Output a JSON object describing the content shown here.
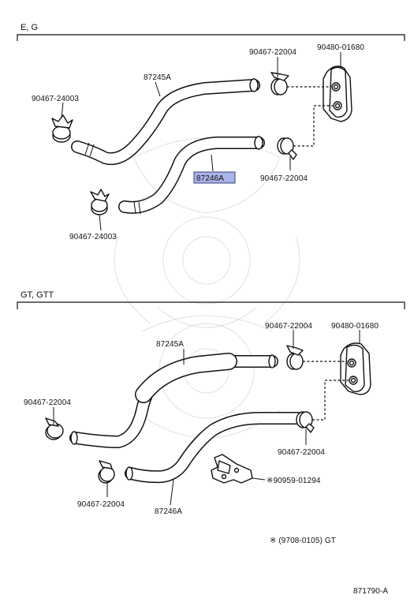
{
  "sections": {
    "top": {
      "label": "E, G",
      "parts": {
        "hose_upper": "87245A",
        "hose_lower": "87246A",
        "clamp_left_upper": "90467-24003",
        "clamp_left_lower": "90467-24003",
        "clamp_right_upper": "90467-22004",
        "clamp_right_lower": "90467-22004",
        "valve": "90480-01680"
      },
      "highlighted_part": "87246A"
    },
    "bottom": {
      "label": "GT, GTT",
      "parts": {
        "hose_upper": "87245A",
        "hose_lower": "87246A",
        "clamp_left_upper": "90467-22004",
        "clamp_left_lower": "90467-22004",
        "clamp_right_upper": "90467-22004",
        "clamp_right_lower": "90467-22004",
        "valve": "90480-01680",
        "bracket": "※90959-01294"
      }
    }
  },
  "footnote": "※ (9708-0105) GT",
  "diagram_code": "871790-A",
  "colors": {
    "highlight": "#a9b3ea",
    "line": "#111111"
  }
}
